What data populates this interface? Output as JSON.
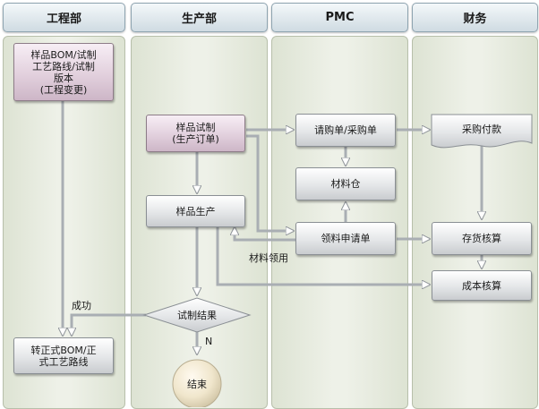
{
  "lanes": {
    "engineering": "工程部",
    "production": "生产部",
    "pmc": "PMC",
    "finance": "财务"
  },
  "nodes": {
    "sample_bom": "样品BOM/试制\n工艺路线/试制\n版本\n(工程变更)",
    "formal_bom": "转正式BOM/正\n式工艺路线",
    "sample_trial": "样品试制\n(生产订单)",
    "sample_production": "样品生产",
    "trial_result": "试制结果",
    "end": "结束",
    "purchase_request": "请购单/采购单",
    "material_warehouse": "材料仓",
    "material_requisition": "领料申请单",
    "purchase_payment": "采购付款",
    "inventory_accounting": "存货核算",
    "cost_accounting": "成本核算"
  },
  "edge_labels": {
    "success": "成功",
    "no": "N",
    "material_issue": "材料领用"
  }
}
